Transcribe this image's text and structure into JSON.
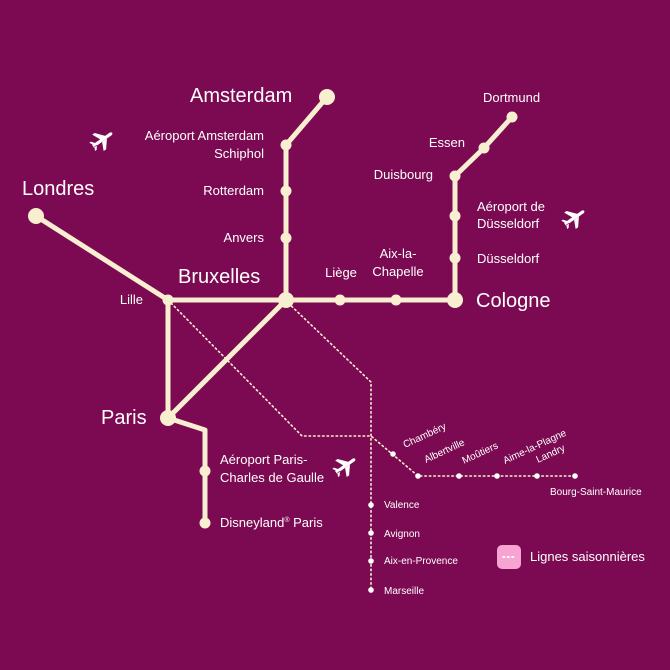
{
  "colors": {
    "background": "#7c0a52",
    "line": "#f7efd0",
    "text": "#ffffff",
    "seasonal_legend_fill": "#f8a4d3"
  },
  "cities": {
    "amsterdam": "Amsterdam",
    "schiphol_line1": "Aéroport Amsterdam",
    "schiphol_line2": "Schiphol",
    "rotterdam": "Rotterdam",
    "anvers": "Anvers",
    "londres": "Londres",
    "bruxelles": "Bruxelles",
    "lille": "Lille",
    "paris": "Paris",
    "cdg_line1": "Aéroport Paris-",
    "cdg_line2": "Charles de Gaulle",
    "disneyland_a": "Disneyland",
    "disneyland_sup": "®",
    "disneyland_b": " Paris",
    "liege": "Liège",
    "aix_chapelle_line1": "Aix-la-",
    "aix_chapelle_line2": "Chapelle",
    "cologne": "Cologne",
    "dortmund": "Dortmund",
    "essen": "Essen",
    "duisbourg": "Duisbourg",
    "dus_airport_line1": "Aéroport de",
    "dus_airport_line2": "Düsseldorf",
    "dusseldorf": "Düsseldorf"
  },
  "seasonal_stations": {
    "chambery": "Chambéry",
    "albertville": "Albertville",
    "moutiers": "Moûtiers",
    "aime_la_plagne": "Aime-la-Plagne",
    "landry": "Landry",
    "bourg_saint_maurice": "Bourg-Saint-Maurice",
    "valence": "Valence",
    "avignon": "Avignon",
    "aix_en_provence": "Aix-en-Provence",
    "marseille": "Marseille"
  },
  "icons": [
    "airplane-icon",
    "seasonal-line-legend-icon"
  ],
  "legend": {
    "seasonal_label": "Lignes saisonnières"
  }
}
